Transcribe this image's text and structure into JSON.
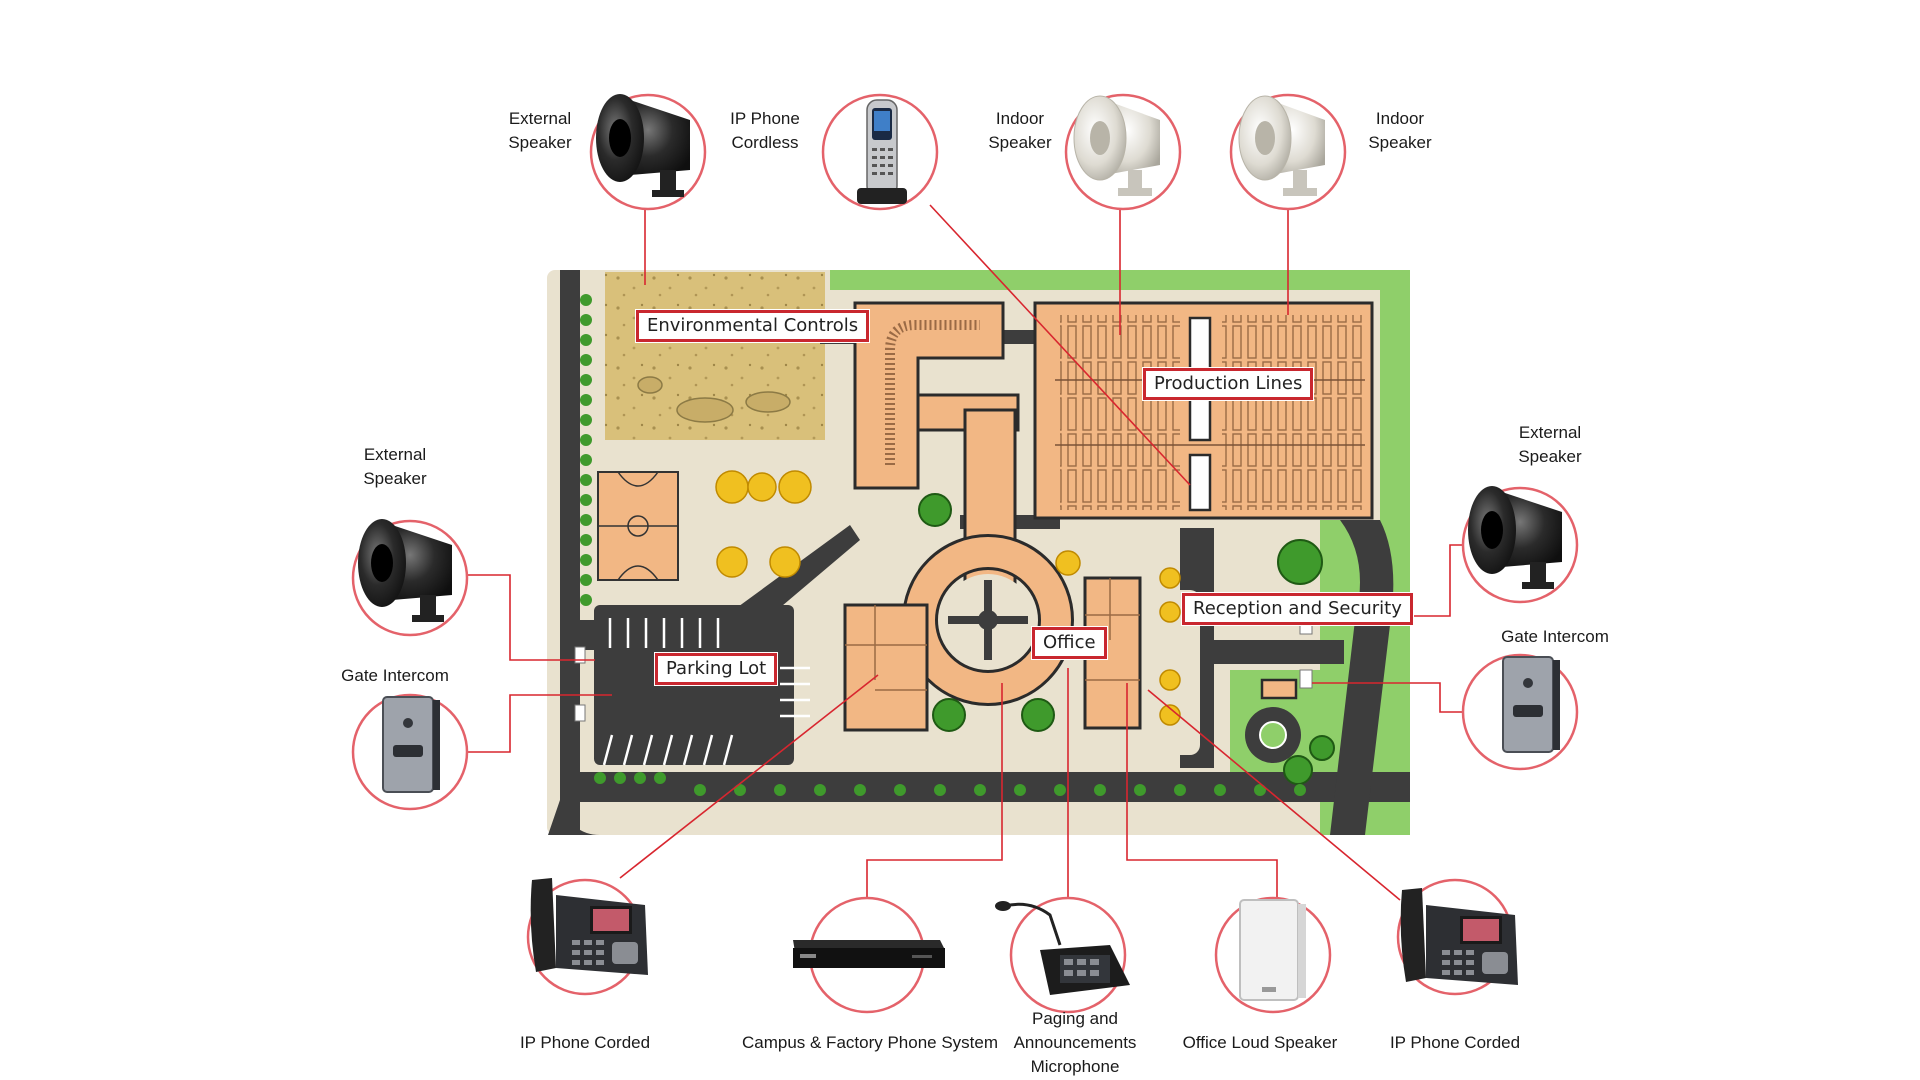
{
  "zones": {
    "environmental_controls": "Environmental Controls",
    "production_lines": "Production Lines",
    "parking_lot": "Parking Lot",
    "office": "Office",
    "reception_security": "Reception and Security"
  },
  "devices": {
    "external_speaker_top": [
      "External",
      "Speaker"
    ],
    "ip_phone_cordless": [
      "IP Phone",
      "Cordless"
    ],
    "indoor_speaker_1": [
      "Indoor",
      "Speaker"
    ],
    "indoor_speaker_2": [
      "Indoor",
      "Speaker"
    ],
    "external_speaker_left": [
      "External",
      "Speaker"
    ],
    "gate_intercom_left": [
      "Gate Intercom"
    ],
    "external_speaker_right": [
      "External",
      "Speaker"
    ],
    "gate_intercom_right": [
      "Gate Intercom"
    ],
    "ip_phone_corded_left": [
      "IP Phone Corded"
    ],
    "phone_system": [
      "Campus & Factory Phone System"
    ],
    "paging_microphone": [
      "Paging and",
      "Announcements",
      "Microphone"
    ],
    "office_loud_speaker": [
      "Office Loud Speaker"
    ],
    "ip_phone_corded_right": [
      "IP Phone Corded"
    ]
  },
  "colors": {
    "accent_red": "#d8262f",
    "building": "#f2b784",
    "grass": "#8fcf6a",
    "road": "#3d3d3d",
    "paving": "#e9e2cf",
    "field": "#d9c07a"
  }
}
